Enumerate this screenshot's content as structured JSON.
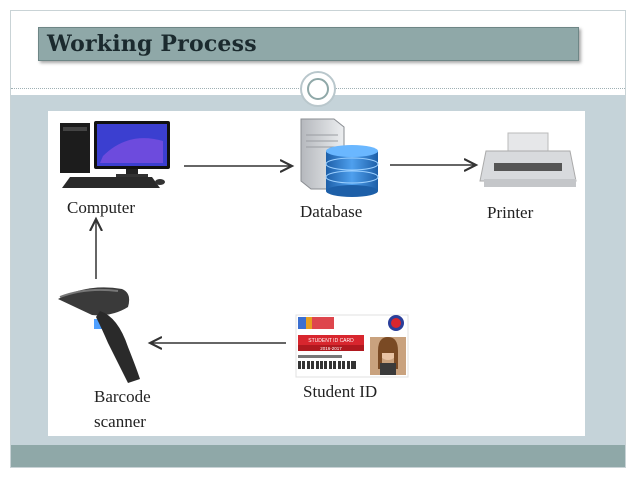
{
  "slide": {
    "title": "Working Process"
  },
  "diagram": {
    "nodes": {
      "computer": {
        "label": "Computer",
        "icon": "desktop-computer-icon"
      },
      "database": {
        "label": "Database",
        "icon": "database-server-icon"
      },
      "printer": {
        "label": "Printer",
        "icon": "printer-icon"
      },
      "barcode_scanner": {
        "label_line1": "Barcode",
        "label_line2": "scanner",
        "icon": "barcode-scanner-icon"
      },
      "student_id": {
        "label": "Student ID",
        "icon": "student-id-card-icon",
        "card_title": "STUDENT ID CARD",
        "card_year": "2016-2017"
      }
    },
    "edges": [
      {
        "from": "computer",
        "to": "database"
      },
      {
        "from": "database",
        "to": "printer"
      },
      {
        "from": "student_id",
        "to": "barcode_scanner"
      },
      {
        "from": "barcode_scanner",
        "to": "computer"
      }
    ]
  },
  "colors": {
    "title_band": "#8fa8a8",
    "panel": "#c5d3d9",
    "footer": "#8fa8a8",
    "db_blue": "#2f7fd0",
    "card_red": "#d8262e"
  }
}
